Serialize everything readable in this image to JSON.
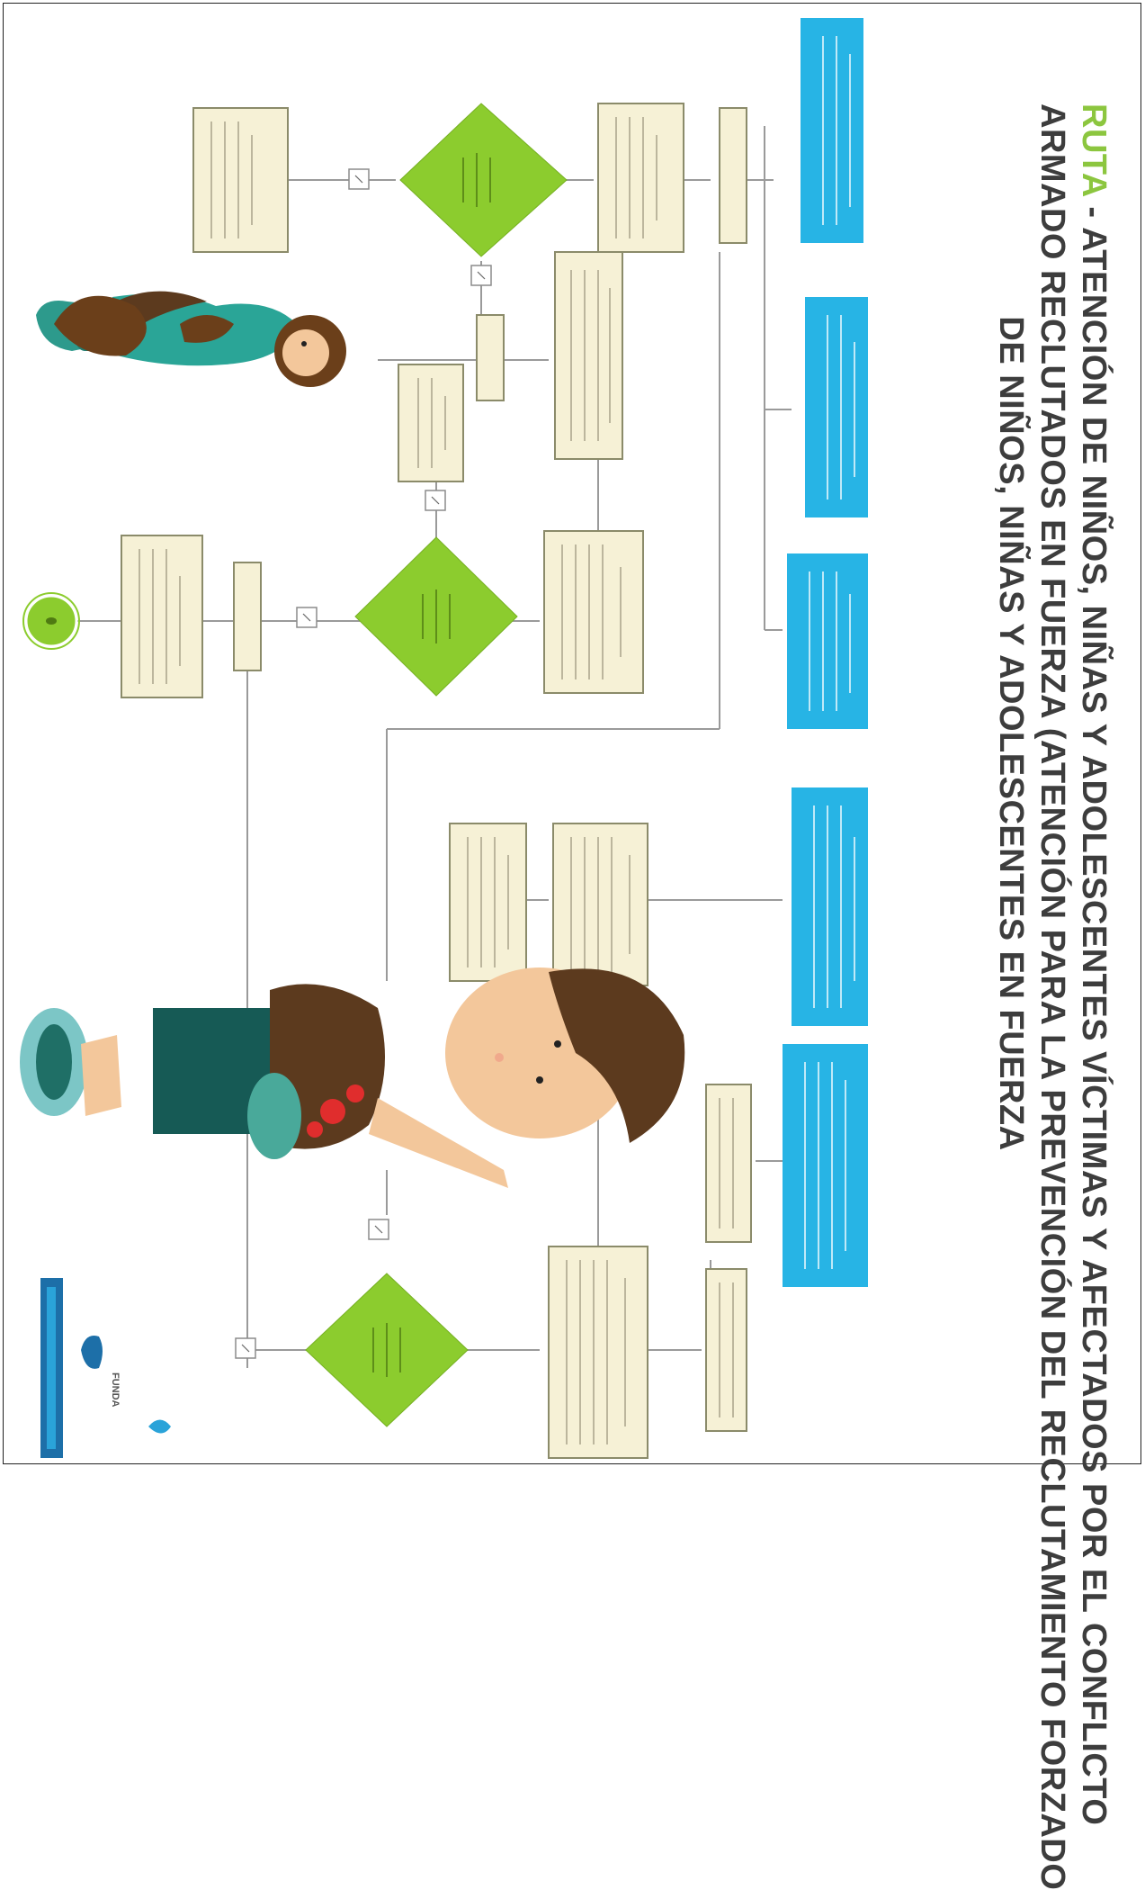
{
  "title": {
    "code": "RUTA",
    "line1": " - ATENCIÓN DE NIÑOS, NIÑAS Y ADOLESCENTES VÍCTIMAS Y AFECTADOS POR EL CONFLICTO",
    "line2": "ARMADO RECLUTADOS EN FUERZA (ATENCIÓN PARA LA PREVENCIÓN DEL RECLUTAMIENTO FORZADO",
    "line3": "DE NIÑOS, NIÑAS Y ADOLESCENTES EN FUERZA"
  },
  "logo": {
    "name": "FUNDA"
  },
  "colors": {
    "decision": "#8ccc2e",
    "action_box": "#f6f1d6",
    "action_border": "#8b8b6a",
    "entity_box": "#27b4e5",
    "connector": "#9a9a9a",
    "title_text": "#3d3d3d",
    "title_accent": "#8cc63f"
  },
  "icons": [
    "boy-illustration",
    "girl-illustration",
    "funda-logo",
    "start-end-circle"
  ]
}
